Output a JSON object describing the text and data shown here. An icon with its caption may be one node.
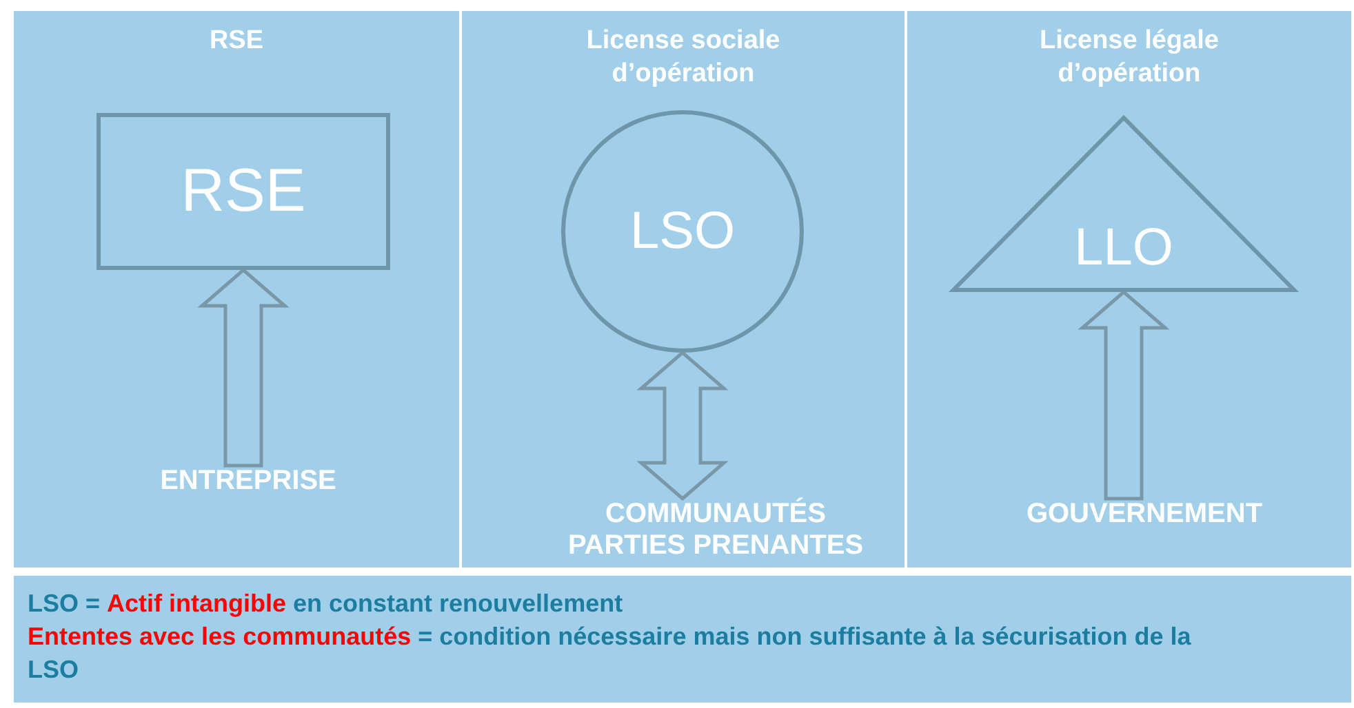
{
  "diagram": {
    "nodes": [
      {
        "text": [
          "RSE"
        ]
      },
      {
        "text": [
          "RSE"
        ],
        "in": 0
      },
      {
        "text": [
          "ENTREPRISE"
        ],
        "in": 0
      },
      {
        "text": [
          "License sociale d’opération"
        ]
      },
      {
        "text": [
          "LSO"
        ],
        "in": 3
      },
      {
        "text": [
          "COMMUNAUTÉS PARTIES PRENANTES"
        ],
        "in": 3
      },
      {
        "text": [
          "License légale d’opération"
        ]
      },
      {
        "text": [
          "LLO"
        ],
        "in": 6
      },
      {
        "text": [
          "GOUVERNEMENT"
        ],
        "in": 6
      },
      {
        "text": [
          "LSO = **Actif intangible** en constant renouvellement",
          "**Ententes avec les communautés** = condition nécessaire mais non suffisante à la sécurisation de la LSO"
        ]
      }
    ],
    "edges": [
      {
        "from": 2,
        "to": 1,
        "arrow": "to"
      },
      {
        "from": 5,
        "to": 4,
        "arrow": "both"
      },
      {
        "from": 8,
        "to": 7,
        "arrow": "to"
      }
    ]
  }
}
